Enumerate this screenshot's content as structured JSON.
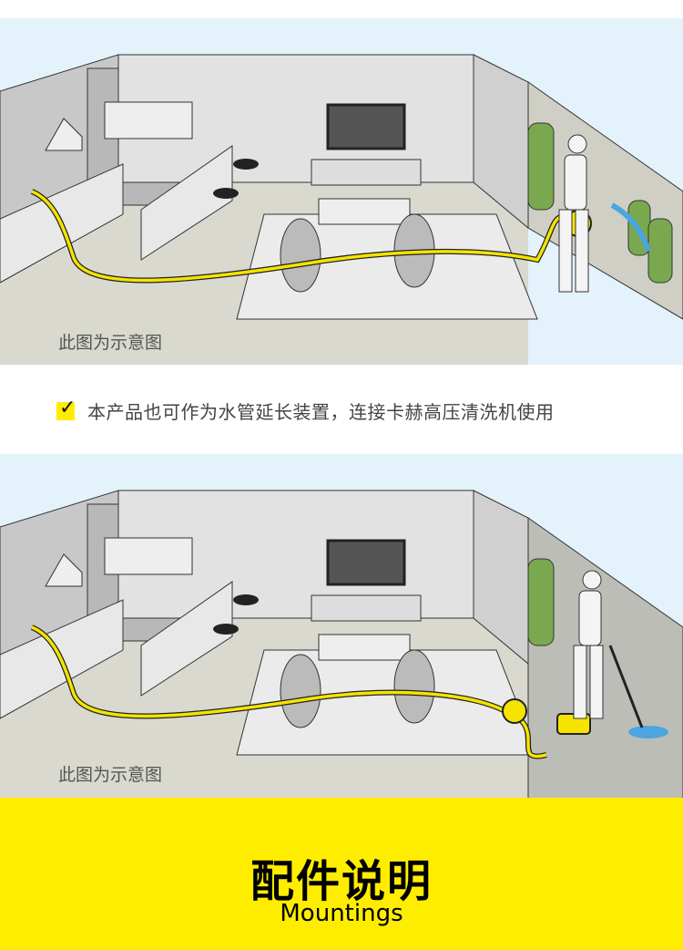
{
  "scene1": {
    "caption": "此图为示意图"
  },
  "note": {
    "text": "本产品也可作为水管延长装置，连接卡赫高压清洗机使用",
    "check_icon": "checkmark-icon"
  },
  "scene2": {
    "caption": "此图为示意图"
  },
  "banner": {
    "title": "配件说明",
    "subtitle": "Mountings"
  },
  "colors": {
    "brand_yellow": "#ffed00",
    "hose": "#f5e400",
    "sky": "#e3f2fb"
  }
}
